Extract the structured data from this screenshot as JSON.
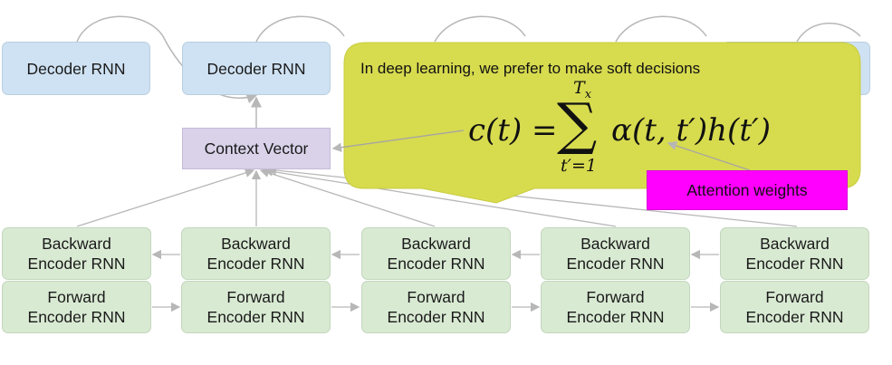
{
  "decoders": [
    {
      "label": "Decoder RNN"
    },
    {
      "label": "Decoder RNN"
    }
  ],
  "context_vector": {
    "label": "Context Vector"
  },
  "encoders": [
    {
      "backward": [
        "Backward",
        "Encoder RNN"
      ],
      "forward": [
        "Forward",
        "Encoder RNN"
      ]
    },
    {
      "backward": [
        "Backward",
        "Encoder RNN"
      ],
      "forward": [
        "Forward",
        "Encoder RNN"
      ]
    },
    {
      "backward": [
        "Backward",
        "Encoder RNN"
      ],
      "forward": [
        "Forward",
        "Encoder RNN"
      ]
    },
    {
      "backward": [
        "Backward",
        "Encoder RNN"
      ],
      "forward": [
        "Forward",
        "Encoder RNN"
      ]
    },
    {
      "backward": [
        "Backward",
        "Encoder RNN"
      ],
      "forward": [
        "Forward",
        "Encoder RNN"
      ]
    }
  ],
  "callout": {
    "text": "In deep learning, we prefer to make soft decisions",
    "formula": {
      "lhs": "c(t) =",
      "sum_upper": "Tx",
      "sum_lower": "t′=1",
      "rhs": "α(t, t′)h(t′)"
    },
    "fill_color": "#d7db4e"
  },
  "attention_label": {
    "text": "Attention weights",
    "color": "#ff00ff"
  },
  "colors": {
    "decoder": "#cfe2f3",
    "encoder": "#d9ead3",
    "context": "#d9d2e9",
    "arrow": "#b7b7b7"
  }
}
